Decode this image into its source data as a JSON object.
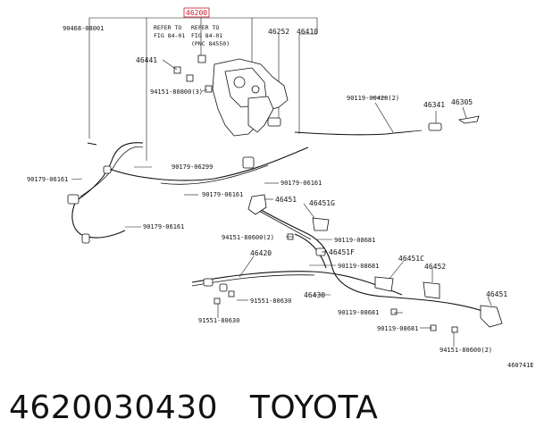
{
  "labels": {
    "p46200": "46200",
    "p90468": "90468-08001",
    "refer1_l1": "REFER TO",
    "refer1_l2": "FIG 84-01",
    "refer2_l1": "REFER TO",
    "refer2_l2": "FIG 84-01",
    "refer2_l3": "(PNC 84550)",
    "p46252": "46252",
    "p46410": "46410",
    "p46441": "46441",
    "p94151a": "94151-80800(3)",
    "p90119a": "90119-06428(2)",
    "p46341": "46341",
    "p46305": "46305",
    "p90179a": "90179-06299",
    "p90179b": "90179-06161",
    "p90179c": "90179-06161",
    "p90179d": "90179-06161",
    "p90179e": "90179-06161",
    "p46451": "46451",
    "p46451g": "46451G",
    "p94151b": "94151-80600(2)",
    "p90119b": "90119-08681",
    "p46451f": "46451F",
    "p46420": "46420",
    "p90119c": "90119-08681",
    "p46451c": "46451C",
    "p46452": "46452",
    "p91551a": "91551-80630",
    "p91551b": "91551-80630",
    "p46430": "46430",
    "p46451r": "46451",
    "p90119d": "90119-08681",
    "p90119e": "90119-08681",
    "p94151c": "94151-80600(2)",
    "code": "460741E"
  },
  "caption": {
    "part_number": "4620030430",
    "brand": "TOYOTA"
  },
  "colors": {
    "ink": "#111111",
    "highlight": "#c0192b"
  }
}
